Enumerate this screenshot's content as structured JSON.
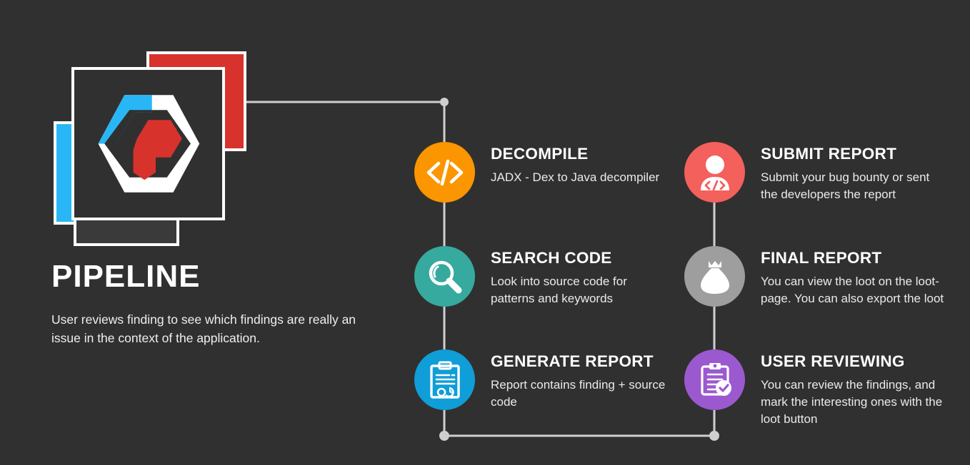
{
  "background_color": "#303030",
  "logo": {
    "name": "app-logo",
    "card_red_color": "#d8322c",
    "card_blue_color": "#29b6f6",
    "card_dark_color": "#3a3a3a",
    "hex_ring_color": "#ffffff",
    "hex_accent_color": "#29b6f6",
    "hex_inner_color": "#d8322c"
  },
  "header": {
    "title": "PIPELINE",
    "description": "User reviews finding to see which findings are really an issue in the context of the application."
  },
  "connector_color": "#cfcfcf",
  "steps": [
    {
      "id": "decompile",
      "title": "DECOMPILE",
      "description": "JADX - Dex to Java decompiler",
      "color": "#fb9500",
      "icon": "code-brackets-icon"
    },
    {
      "id": "search-code",
      "title": "SEARCH CODE",
      "description": "Look into source code for patterns and keywords",
      "color": "#36aa9e",
      "icon": "magnifier-icon"
    },
    {
      "id": "generate-report",
      "title": "GENERATE REPORT",
      "description": "Report contains finding + source code",
      "color": "#0f9ed7",
      "icon": "clipboard-chart-icon"
    },
    {
      "id": "submit-report",
      "title": "SUBMIT REPORT",
      "description": "Submit your bug bounty or sent the developers the report",
      "color": "#f4605c",
      "icon": "developer-person-icon"
    },
    {
      "id": "final-report",
      "title": "FINAL REPORT",
      "description": "You can view the loot on the loot-page. You can also export the loot",
      "color": "#9e9e9e",
      "icon": "money-bag-icon"
    },
    {
      "id": "user-reviewing",
      "title": "USER REVIEWING",
      "description": "You can review the findings, and mark the interesting ones with the loot button",
      "color": "#9b59d0",
      "icon": "clipboard-check-icon"
    }
  ]
}
